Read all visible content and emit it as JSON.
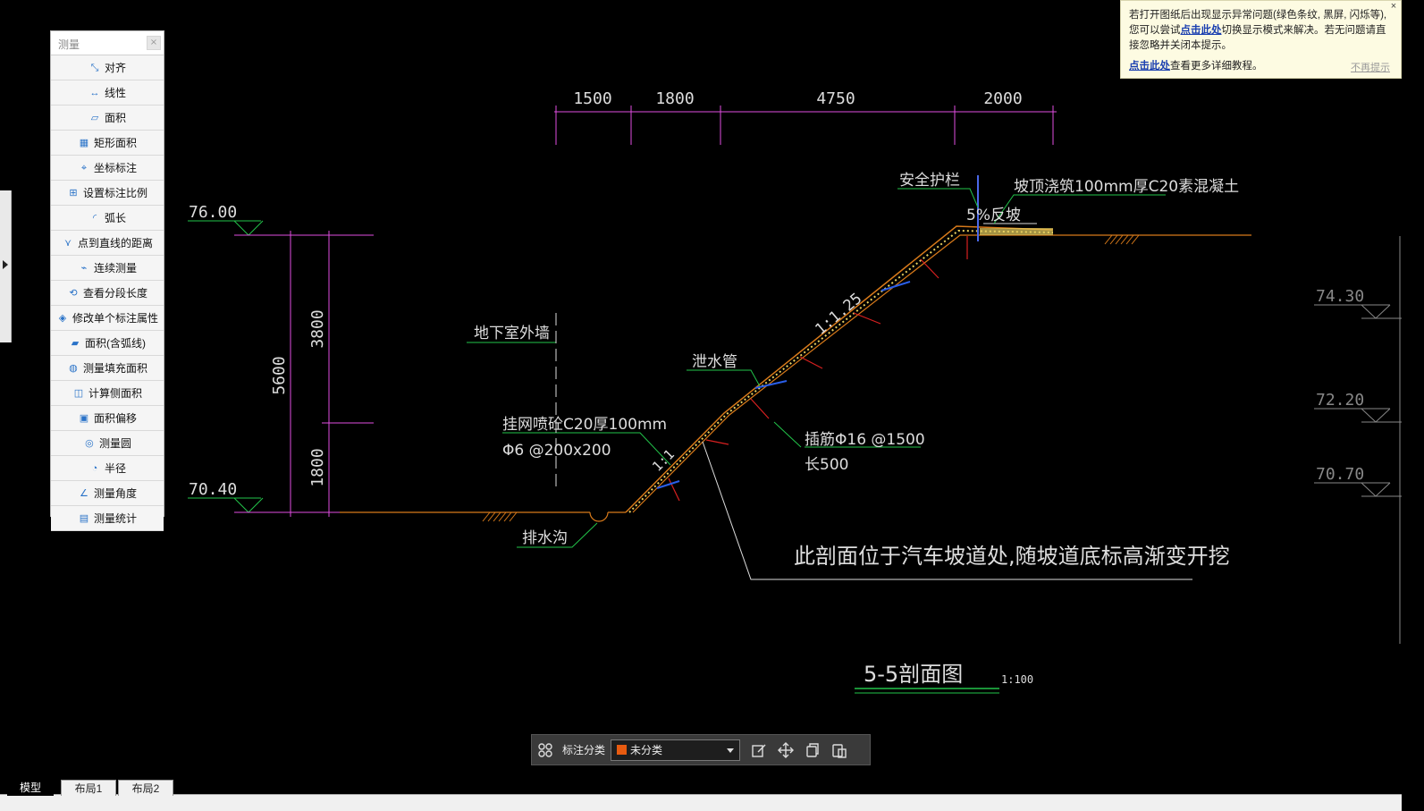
{
  "measure_panel": {
    "title": "测量",
    "close": "×",
    "tools": [
      {
        "label": "对齐",
        "icon": "align-icon"
      },
      {
        "label": "线性",
        "icon": "linear-icon"
      },
      {
        "label": "面积",
        "icon": "area-icon"
      },
      {
        "label": "矩形面积",
        "icon": "rect-area-icon"
      },
      {
        "label": "坐标标注",
        "icon": "coordinate-icon"
      },
      {
        "label": "设置标注比例",
        "icon": "scale-icon"
      },
      {
        "label": "弧长",
        "icon": "arc-icon"
      },
      {
        "label": "点到直线的距离",
        "icon": "point-line-icon"
      },
      {
        "label": "连续测量",
        "icon": "continuous-icon"
      },
      {
        "label": "查看分段长度",
        "icon": "segment-icon"
      },
      {
        "label": "修改单个标注属性",
        "icon": "edit-dim-icon"
      },
      {
        "label": "面积(含弧线)",
        "icon": "arc-area-icon"
      },
      {
        "label": "测量填充面积",
        "icon": "fill-area-icon"
      },
      {
        "label": "计算侧面积",
        "icon": "side-area-icon"
      },
      {
        "label": "面积偏移",
        "icon": "offset-icon"
      },
      {
        "label": "测量圆",
        "icon": "circle-icon"
      },
      {
        "label": "半径",
        "icon": "radius-icon"
      },
      {
        "label": "测量角度",
        "icon": "angle-icon"
      },
      {
        "label": "测量统计",
        "icon": "stats-icon"
      }
    ]
  },
  "notice": {
    "text_a": "若打开图纸后出现显示异常问题(绿色条纹, 黑屏, 闪烁等), 您可以尝试",
    "link1": "点击此处",
    "text_b": "切换显示模式来解决。若无问题请直接忽略并关闭本提示。",
    "link2": "点击此处",
    "text_c": "查看更多详细教程。",
    "dismiss": "不再提示",
    "close": "×"
  },
  "toolbar": {
    "category_label": "标注分类",
    "category_value": "未分类"
  },
  "tabs": [
    "模型",
    "布局1",
    "布局2"
  ],
  "drawing": {
    "dims_top": [
      "1500",
      "1800",
      "4750",
      "2000"
    ],
    "elev_left_top": "76.00",
    "elev_left_bottom": "70.40",
    "dim_total": "5600",
    "dim_upper": "3800",
    "dim_lower": "1800",
    "elev_right": [
      "74.30",
      "72.20",
      "70.70"
    ],
    "label_guardrail": "安全护栏",
    "label_top_concrete": "坡顶浇筑100mm厚C20素混凝土",
    "label_reverse_slope": "5%反坡",
    "label_basement_wall": "地下室外墙",
    "label_drain_pipe": "泄水管",
    "label_slope_upper": "1:1.25",
    "label_slope_lower": "1:1",
    "label_mesh_line1": "挂网喷砼C20厚100mm",
    "label_mesh_line2": "Φ6 @200x200",
    "label_rebar_line1": "插筋Φ16 @1500",
    "label_rebar_line2": "长500",
    "label_ditch": "排水沟",
    "label_note": "此剖面位于汽车坡道处,随坡道底标高渐变开挖",
    "label_section_title": "5-5剖面图",
    "label_section_scale": "1:100"
  }
}
